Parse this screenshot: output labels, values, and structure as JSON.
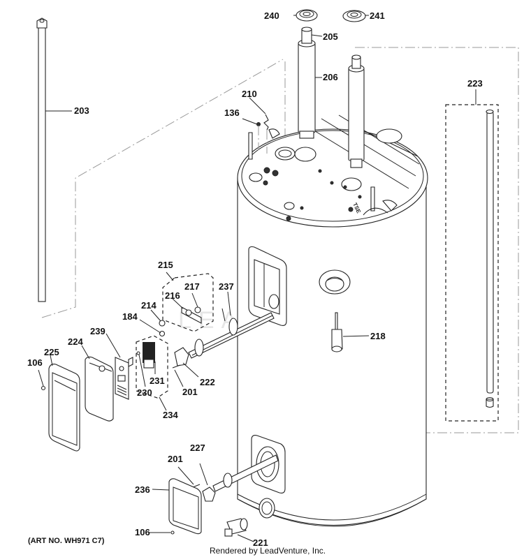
{
  "diagram": {
    "title": "Water heater tank parts exploded view",
    "art_number": "(ART NO. WH971 C7)",
    "credit": "Rendered by LeadVenture, Inc.",
    "watermark": "LEADVENTURE",
    "callouts": [
      {
        "id": "240",
        "part": "top fitting ring (left)"
      },
      {
        "id": "241",
        "part": "top fitting ring (right)"
      },
      {
        "id": "205",
        "part": "dip tube nipple"
      },
      {
        "id": "206",
        "part": "heat trap nipple"
      },
      {
        "id": "203",
        "part": "anode rod (long)"
      },
      {
        "id": "223",
        "part": "anode rod kit"
      },
      {
        "id": "210",
        "part": "clip"
      },
      {
        "id": "136",
        "part": "screw"
      },
      {
        "id": "215",
        "part": "thermostat bracket kit"
      },
      {
        "id": "216",
        "part": "bracket"
      },
      {
        "id": "217",
        "part": "nut"
      },
      {
        "id": "214",
        "part": "nut"
      },
      {
        "id": "184",
        "part": "nut"
      },
      {
        "id": "237",
        "part": "wire clip"
      },
      {
        "id": "239",
        "part": "thermostat bracket"
      },
      {
        "id": "224",
        "part": "insulation cover"
      },
      {
        "id": "225",
        "part": "upper access cover"
      },
      {
        "id": "106",
        "part": "screw"
      },
      {
        "id": "231",
        "part": "thermostat"
      },
      {
        "id": "230",
        "part": "screw"
      },
      {
        "id": "234",
        "part": "thermostat kit"
      },
      {
        "id": "222",
        "part": "upper heating element"
      },
      {
        "id": "201",
        "part": "screw"
      },
      {
        "id": "218",
        "part": "temperature/pressure fitting"
      },
      {
        "id": "227",
        "part": "lower heating element"
      },
      {
        "id": "236",
        "part": "lower access cover"
      },
      {
        "id": "221",
        "part": "drain valve"
      }
    ]
  }
}
